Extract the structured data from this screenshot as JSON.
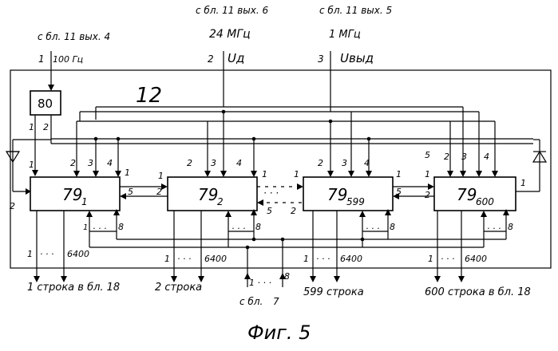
{
  "figure_caption": "Фиг. 5",
  "block_label": "12",
  "top_inputs": [
    {
      "source": "с бл. 11 вых. 4",
      "pin": "1",
      "signal": "100 Гц"
    },
    {
      "source": "с бл. 11 вых. 6",
      "freq": "24 МГц",
      "pin": "2",
      "signal": "Uд"
    },
    {
      "source": "с бл. 11 вых. 5",
      "freq": "1 МГц",
      "pin": "3",
      "signal": "Uвыд"
    }
  ],
  "block_80": {
    "label": "80",
    "pin1": "1",
    "pin2": "2"
  },
  "blocks": [
    {
      "base": "79",
      "sub": "1"
    },
    {
      "base": "79",
      "sub": "2"
    },
    {
      "base": "79",
      "sub": "599"
    },
    {
      "base": "79",
      "sub": "600"
    }
  ],
  "pin_labels": {
    "one": "1",
    "two": "2",
    "three": "3",
    "four": "4",
    "five": "5",
    "eight": "8",
    "dots": "· · ·",
    "bus_start": "1",
    "bus_end": "6400"
  },
  "outputs": [
    {
      "text": "1 строка в бл. 18"
    },
    {
      "text": "2 строка"
    },
    {
      "text": "599 строка"
    },
    {
      "text": "600 строка в бл. 18"
    }
  ],
  "bottom_input": {
    "line1": "с бл.",
    "line2": "7",
    "pin": "8",
    "dots": "1 · · ·"
  }
}
